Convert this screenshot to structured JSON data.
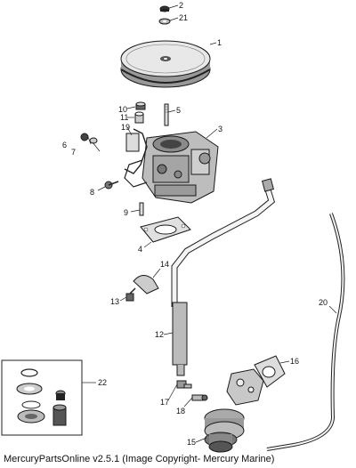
{
  "callouts": {
    "c1": "1",
    "c2": "2",
    "c3": "3",
    "c4": "4",
    "c5": "5",
    "c6": "6",
    "c7": "7",
    "c8": "8",
    "c9": "9",
    "c10": "10",
    "c11": "11",
    "c12": "12",
    "c13": "13",
    "c14": "14",
    "c15": "15",
    "c16": "16",
    "c17": "17",
    "c18": "18",
    "c19": "19",
    "c20": "20",
    "c21": "21",
    "c22": "22"
  },
  "footer": "MercuryPartsOnline v2.5.1 (Image Copyright- Mercury Marine)"
}
